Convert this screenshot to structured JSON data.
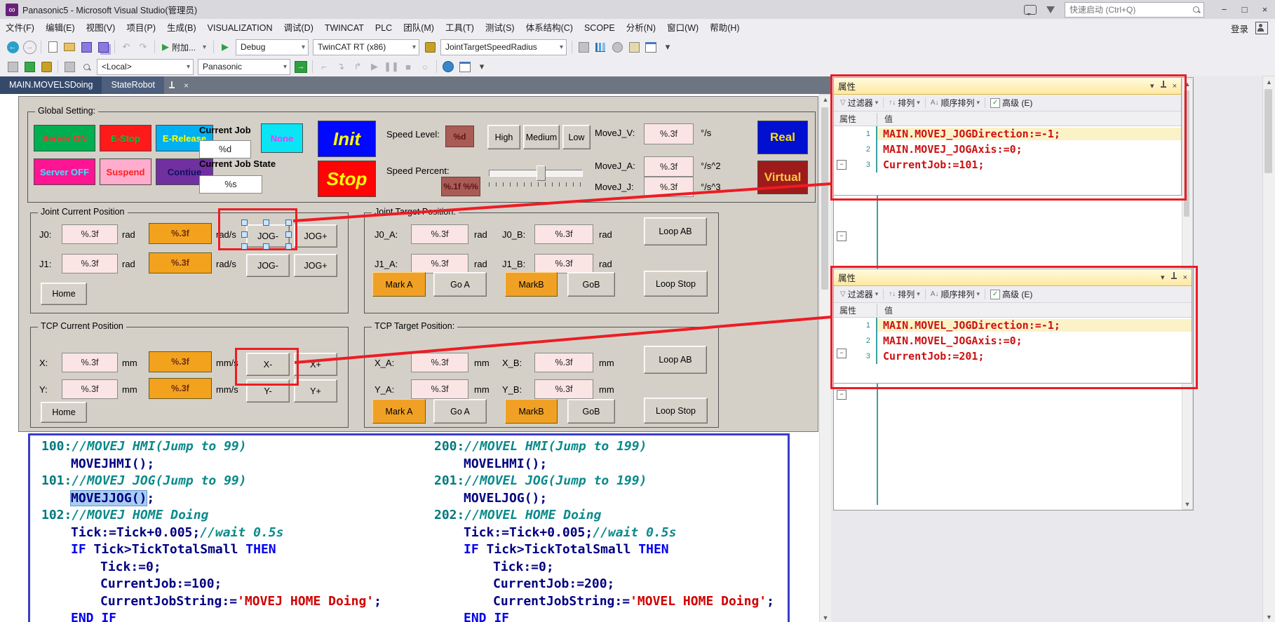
{
  "window": {
    "title": "Panasonic5 - Microsoft Visual Studio(管理员)",
    "quick_launch": "快速启动 (Ctrl+Q)",
    "sign_in": "登录"
  },
  "icons": {
    "back": "←",
    "forward": "→",
    "undo": "↶",
    "redo": "↷",
    "play": "▶",
    "dropdown": "▾",
    "close": "×",
    "minimize": "−",
    "maximize": "□",
    "funnel": "▽",
    "sort": "↑↓",
    "az_sort": "A↓",
    "check": "✓",
    "login_arrow": "→",
    "scroll_up": "▲",
    "scroll_down": "▼",
    "logo": "∞"
  },
  "menu": {
    "items": [
      "文件(F)",
      "编辑(E)",
      "视图(V)",
      "项目(P)",
      "生成(B)",
      "VISUALIZATION",
      "调试(D)",
      "TWINCAT",
      "PLC",
      "团队(M)",
      "工具(T)",
      "测试(S)",
      "体系结构(C)",
      "SCOPE",
      "分析(N)",
      "窗口(W)",
      "帮助(H)"
    ]
  },
  "toolbar1": {
    "attach_label": "附加...",
    "debug_combo": "Debug",
    "platform_combo": "TwinCAT RT (x86)",
    "speed_combo": "JointTargetSpeedRadius"
  },
  "toolbar2": {
    "local_combo": "<Local>",
    "project_combo": "Panasonic"
  },
  "tabs": [
    {
      "label": "MAIN.MOVELSDoing",
      "active": true
    },
    {
      "label": "StateRobot",
      "active": false
    }
  ],
  "hmi": {
    "global": {
      "title": "Global Setting:",
      "server_on": "Server ON",
      "e_stop": "E-Stop",
      "e_release": "E-Release",
      "current_job_label": "Current Job",
      "current_job_value": "%d",
      "none": "None",
      "init": "Init",
      "speed_level_label": "Speed Level:",
      "speed_level_value": "%d",
      "high": "High",
      "medium": "Medium",
      "low": "Low",
      "movej_v_label": "MoveJ_V:",
      "movej_v_value": "%.3f",
      "movej_v_unit": "°/s",
      "real": "Real",
      "server_off": "Server OFF",
      "suspend": "Suspend",
      "contiue": "Contiue",
      "current_job_state_label": "Current Job State",
      "current_job_state_value": "%s",
      "stop": "Stop",
      "speed_percent_label": "Speed Percent:",
      "speed_percent_value": "%.1f %%",
      "movej_a_label": "MoveJ_A:",
      "movej_a_value": "%.3f",
      "movej_a_unit": "°/s^2",
      "movej_j_label": "MoveJ_J:",
      "movej_j_value": "%.3f",
      "movej_j_unit": "°/s^3",
      "virtual": "Virtual"
    },
    "joint_current": {
      "title": "Joint Current Position",
      "rows": [
        {
          "label": "J0:",
          "pos": "%.3f",
          "pos_unit": "rad",
          "vel": "%.3f",
          "vel_unit": "rad/s",
          "jog_minus": "JOG-",
          "jog_plus": "JOG+"
        },
        {
          "label": "J1:",
          "pos": "%.3f",
          "pos_unit": "rad",
          "vel": "%.3f",
          "vel_unit": "rad/s",
          "jog_minus": "JOG-",
          "jog_plus": "JOG+"
        }
      ],
      "home": "Home"
    },
    "joint_target": {
      "title": "Joint Target Position:",
      "rows": [
        {
          "a_label": "J0_A:",
          "a_value": "%.3f",
          "a_unit": "rad",
          "b_label": "J0_B:",
          "b_value": "%.3f",
          "b_unit": "rad"
        },
        {
          "a_label": "J1_A:",
          "a_value": "%.3f",
          "a_unit": "rad",
          "b_label": "J1_B:",
          "b_value": "%.3f",
          "b_unit": "rad"
        }
      ],
      "loop_ab": "Loop AB",
      "mark_a": "Mark A",
      "go_a": "Go A",
      "mark_b": "MarkB",
      "go_b": "GoB",
      "loop_stop": "Loop Stop"
    },
    "tcp_current": {
      "title": "TCP Current Position",
      "rows": [
        {
          "label": "X:",
          "pos": "%.3f",
          "pos_unit": "mm",
          "vel": "%.3f",
          "vel_unit": "mm/s",
          "jog_minus": "X-",
          "jog_plus": "X+"
        },
        {
          "label": "Y:",
          "pos": "%.3f",
          "pos_unit": "mm",
          "vel": "%.3f",
          "vel_unit": "mm/s",
          "jog_minus": "Y-",
          "jog_plus": "Y+"
        }
      ],
      "home": "Home"
    },
    "tcp_target": {
      "title": "TCP Target Position:",
      "rows": [
        {
          "a_label": "X_A:",
          "a_value": "%.3f",
          "a_unit": "mm",
          "b_label": "X_B:",
          "b_value": "%.3f",
          "b_unit": "mm"
        },
        {
          "a_label": "Y_A:",
          "a_value": "%.3f",
          "a_unit": "mm",
          "b_label": "Y_B:",
          "b_value": "%.3f",
          "b_unit": "mm"
        }
      ],
      "loop_ab": "Loop AB",
      "mark_a": "Mark A",
      "go_a": "Go A",
      "mark_b": "MarkB",
      "go_b": "GoB",
      "loop_stop": "Loop Stop"
    }
  },
  "code_block": {
    "left": [
      {
        "indent": 0,
        "tokens": [
          {
            "c": "num",
            "t": "100:"
          },
          {
            "c": "com",
            "t": "//MOVEJ HMI(Jump to 99)"
          }
        ]
      },
      {
        "indent": 1,
        "tokens": [
          {
            "c": "code",
            "t": "MOVEJHMI();"
          }
        ]
      },
      {
        "indent": 0,
        "tokens": [
          {
            "c": "num",
            "t": "101:"
          },
          {
            "c": "com",
            "t": "//MOVEJ JOG(Jump to 99)"
          }
        ]
      },
      {
        "indent": 1,
        "tokens": [
          {
            "c": "code",
            "t": "MOVEJJOG()",
            "hl": true
          },
          {
            "c": "code",
            "t": ";"
          }
        ]
      },
      {
        "indent": 0,
        "tokens": [
          {
            "c": "num",
            "t": "102:"
          },
          {
            "c": "com",
            "t": "//MOVEJ HOME Doing"
          }
        ]
      },
      {
        "indent": 1,
        "tokens": [
          {
            "c": "code",
            "t": "Tick:=Tick+0.005;"
          },
          {
            "c": "com",
            "t": "//wait 0.5s"
          }
        ]
      },
      {
        "indent": 1,
        "tokens": [
          {
            "c": "kw",
            "t": "IF"
          },
          {
            "c": "code",
            "t": " Tick>TickTotalSmall "
          },
          {
            "c": "kw",
            "t": "THEN"
          }
        ]
      },
      {
        "indent": 2,
        "tokens": [
          {
            "c": "code",
            "t": "Tick:=0;"
          }
        ]
      },
      {
        "indent": 2,
        "tokens": [
          {
            "c": "code",
            "t": "CurrentJob:=100;"
          }
        ]
      },
      {
        "indent": 2,
        "tokens": [
          {
            "c": "code",
            "t": "CurrentJobString:="
          },
          {
            "c": "str",
            "t": "'MOVEJ HOME Doing'"
          },
          {
            "c": "code",
            "t": ";"
          }
        ]
      },
      {
        "indent": 1,
        "tokens": [
          {
            "c": "kwu",
            "t": "END_IF"
          }
        ]
      }
    ],
    "right": [
      {
        "indent": 0,
        "tokens": [
          {
            "c": "num",
            "t": "200:"
          },
          {
            "c": "com",
            "t": "//MOVEL HMI(Jump to 199)"
          }
        ]
      },
      {
        "indent": 1,
        "tokens": [
          {
            "c": "code",
            "t": "MOVELHMI();"
          }
        ]
      },
      {
        "indent": 0,
        "tokens": [
          {
            "c": "num",
            "t": "201:"
          },
          {
            "c": "com",
            "t": "//MOVEL JOG(Jump to 199)"
          }
        ]
      },
      {
        "indent": 1,
        "tokens": [
          {
            "c": "code",
            "t": "MOVELJOG();"
          }
        ]
      },
      {
        "indent": 0,
        "tokens": [
          {
            "c": "num",
            "t": "202:"
          },
          {
            "c": "com",
            "t": "//MOVEL HOME Doing"
          }
        ]
      },
      {
        "indent": 1,
        "tokens": [
          {
            "c": "code",
            "t": "Tick:=Tick+0.005;"
          },
          {
            "c": "com",
            "t": "//wait 0.5s"
          }
        ]
      },
      {
        "indent": 1,
        "tokens": [
          {
            "c": "kw",
            "t": "IF"
          },
          {
            "c": "code",
            "t": " Tick>TickTotalSmall "
          },
          {
            "c": "kw",
            "t": "THEN"
          }
        ]
      },
      {
        "indent": 2,
        "tokens": [
          {
            "c": "code",
            "t": "Tick:=0;"
          }
        ]
      },
      {
        "indent": 2,
        "tokens": [
          {
            "c": "code",
            "t": "CurrentJob:=200;"
          }
        ]
      },
      {
        "indent": 2,
        "tokens": [
          {
            "c": "code",
            "t": "CurrentJobString:="
          },
          {
            "c": "str",
            "t": "'MOVEL HOME Doing'"
          },
          {
            "c": "code",
            "t": ";"
          }
        ]
      },
      {
        "indent": 1,
        "tokens": [
          {
            "c": "kwu",
            "t": "END_IF"
          }
        ]
      }
    ]
  },
  "properties": {
    "panels": [
      {
        "title": "属性",
        "toolbar": {
          "filter": "过滤器",
          "arrange": "排列",
          "order": "顺序排列",
          "advanced": "高级 (E)"
        },
        "columns": {
          "property": "属性",
          "value": "值"
        },
        "lines": [
          {
            "n": "1",
            "text": "MAIN.MOVEJ_JOGDirection:=-1;",
            "highlight": true
          },
          {
            "n": "2",
            "text": "MAIN.MOVEJ_JOGAxis:=0;"
          },
          {
            "n": "3",
            "text": "CurrentJob:=101;"
          }
        ]
      },
      {
        "title": "属性",
        "toolbar": {
          "filter": "过滤器",
          "arrange": "排列",
          "order": "顺序排列",
          "advanced": "高级 (E)"
        },
        "columns": {
          "property": "属性",
          "value": "值"
        },
        "lines": [
          {
            "n": "1",
            "text": "MAIN.MOVEL_JOGDirection:=-1;",
            "highlight": true
          },
          {
            "n": "2",
            "text": "MAIN.MOVEL_JOGAxis:=0;"
          },
          {
            "n": "3",
            "text": "CurrentJob:=201;"
          }
        ]
      }
    ]
  },
  "colors": {
    "annotation_red": "#ed1c24",
    "tab_active": "#35496b",
    "canvas_gray": "#d4d0c8",
    "field_pink": "#fae5e4",
    "field_orange": "#f2a21d",
    "server_on_green": "#00b050",
    "estop_red": "#ff1a1a",
    "erelease_cyan": "#00b0f0",
    "none_cyan": "#0ae5f5",
    "serveroff_pink": "#ff1493",
    "suspend_pink": "#ffaccd",
    "contiue_purple": "#7030a0",
    "init_blue": "#0008ff",
    "stop_red": "#ff0404",
    "real_blue": "#0010d0",
    "virtual_red": "#9e1b1b",
    "code_keyword": "#0000f0",
    "code_comment": "#0a8a8a",
    "code_body": "#000082",
    "code_string": "#d00000",
    "props_code_red": "#cc1111"
  }
}
